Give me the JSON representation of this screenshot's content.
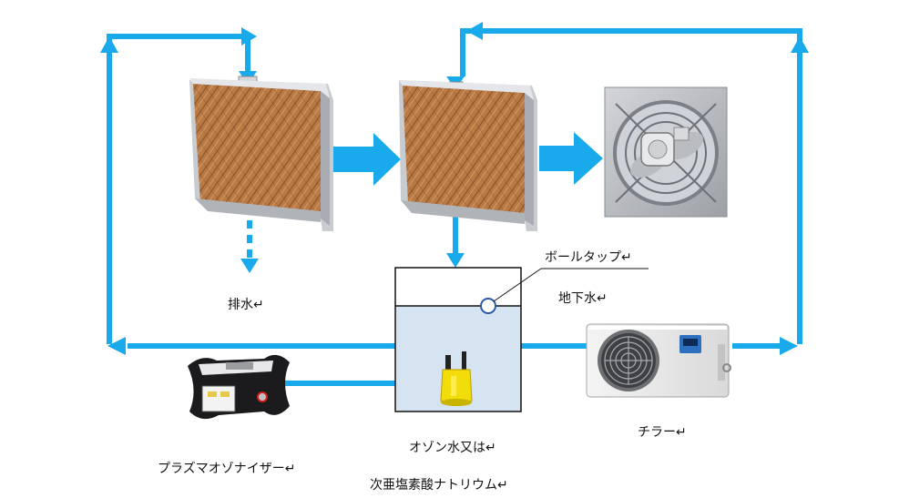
{
  "labels": {
    "drain": "排水↵",
    "ball_tap": "ボールタップ↵",
    "groundwater": "地下水↵",
    "ozonizer": "プラズマオゾナイザー↵",
    "water_type_1": "オゾン水又は↵",
    "water_type_2": "次亜塩素酸ナトリウム↵",
    "chiller": "チラー↵"
  },
  "colors": {
    "flow": "#19aaeb",
    "pad_frame": "#c9ccd1",
    "pad_media": "#b97a45",
    "tank_water": "#d6e3f1",
    "pump": "#f2dd0a"
  },
  "icons": {
    "pad": "cooling-pad-icon",
    "fan": "exhaust-fan-icon",
    "pump": "submersible-pump-icon",
    "ozonizer": "ozonizer-icon",
    "chiller": "chiller-unit-icon"
  }
}
